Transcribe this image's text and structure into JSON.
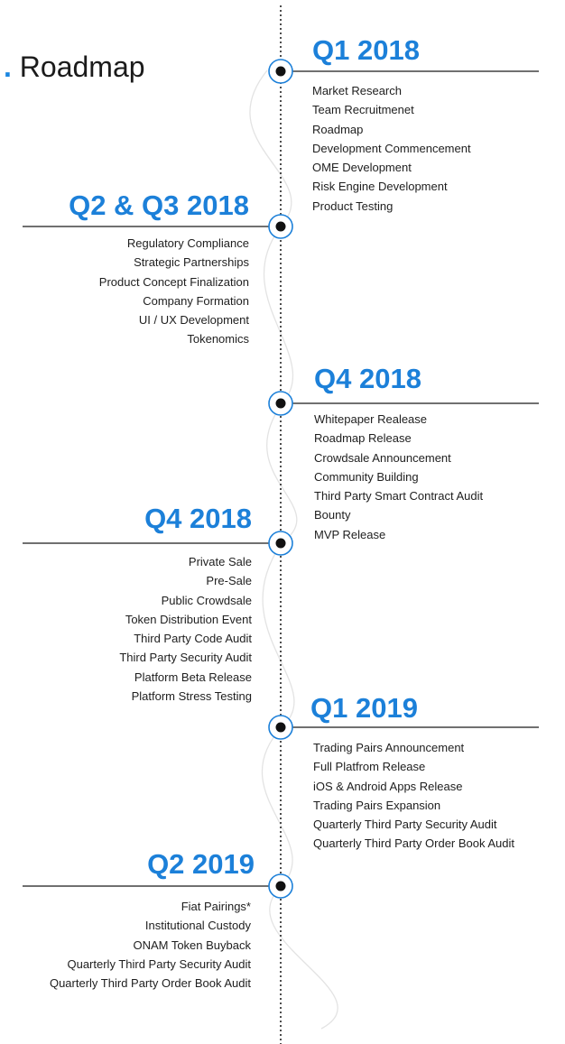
{
  "page": {
    "title": "Roadmap",
    "accent_color": "#1c80d9"
  },
  "phases": [
    {
      "title": "Q1 2018",
      "side": "right",
      "items": [
        "Market Research",
        "Team Recruitmenet",
        "Roadmap",
        "Development Commencement",
        "OME Development",
        "Risk Engine Development",
        "Product Testing"
      ]
    },
    {
      "title": "Q2 & Q3 2018",
      "side": "left",
      "items": [
        "Regulatory Compliance",
        "Strategic Partnerships",
        "Product Concept Finalization",
        "Company Formation",
        "UI / UX Development",
        "Tokenomics"
      ]
    },
    {
      "title": "Q4 2018",
      "side": "right",
      "items": [
        "Whitepaper Realease",
        "Roadmap Release",
        "Crowdsale Announcement",
        "Community Building",
        "Third Party Smart Contract Audit",
        "Bounty",
        "MVP Release"
      ]
    },
    {
      "title": "Q4 2018",
      "side": "left",
      "items": [
        "Private Sale",
        "Pre-Sale",
        "Public Crowdsale",
        "Token Distribution Event",
        "Third Party Code Audit",
        "Third Party Security Audit",
        "Platform Beta Release",
        "Platform Stress Testing"
      ]
    },
    {
      "title": "Q1 2019",
      "side": "right",
      "items": [
        "Trading Pairs Announcement",
        "Full Platfrom Release",
        "iOS & Android Apps Release",
        "Trading Pairs Expansion",
        "Quarterly Third Party Security Audit",
        "Quarterly Third Party Order Book Audit"
      ]
    },
    {
      "title": "Q2 2019",
      "side": "left",
      "items": [
        "Fiat Pairings*",
        "Institutional Custody",
        "ONAM Token Buyback",
        "Quarterly Third Party Security Audit",
        "Quarterly Third Party Order Book Audit"
      ]
    }
  ]
}
